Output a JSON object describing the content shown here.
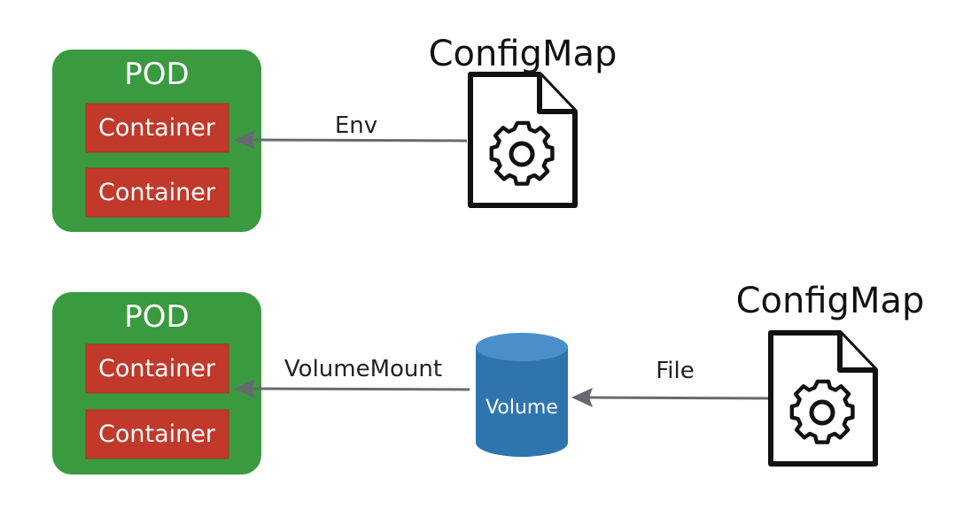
{
  "top_row": {
    "pod": {
      "label": "POD",
      "containers": [
        "Container",
        "Container"
      ]
    },
    "edge_label": "Env",
    "configmap": {
      "title": "ConfigMap",
      "icon": "gear-document-icon"
    }
  },
  "bottom_row": {
    "pod": {
      "label": "POD",
      "containers": [
        "Container",
        "Container"
      ]
    },
    "edge_label_mount": "VolumeMount",
    "volume": {
      "label": "Volume",
      "icon": "cylinder-icon"
    },
    "edge_label_file": "File",
    "configmap": {
      "title": "ConfigMap",
      "icon": "gear-document-icon"
    }
  },
  "colors": {
    "pod": "#3a9a3f",
    "container": "#c0392b",
    "volume": "#2e75b0",
    "arrow": "#666a70"
  }
}
